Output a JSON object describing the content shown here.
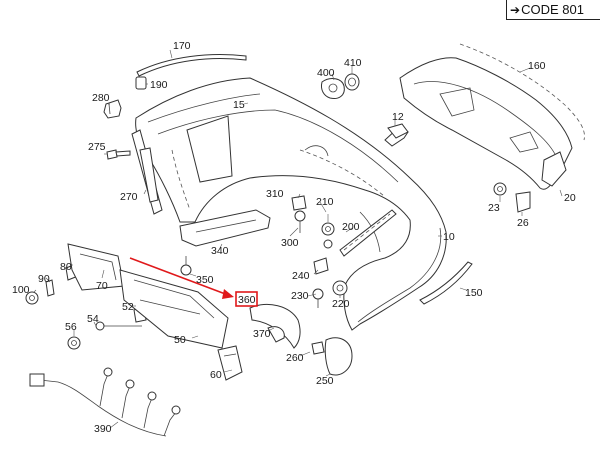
{
  "header": {
    "code_label": "CODE 801",
    "arrow_glyph": "➔"
  },
  "callouts": {
    "p170": "170",
    "p190": "190",
    "p280": "280",
    "p15": "15",
    "p400": "400",
    "p410": "410",
    "p160": "160",
    "p275": "275",
    "p12": "12",
    "p270": "270",
    "p310": "310",
    "p300": "300",
    "p210": "210",
    "p200": "200",
    "p23": "23",
    "p26": "26",
    "p20": "20",
    "p340": "340",
    "p10": "10",
    "p350": "350",
    "p80": "80",
    "p90": "90",
    "p70": "70",
    "p100": "100",
    "p240": "240",
    "p230": "230",
    "p220": "220",
    "p150": "150",
    "p52": "52",
    "p54": "54",
    "p56": "56",
    "p50": "50",
    "p360": "360",
    "p370": "370",
    "p260": "260",
    "p60": "60",
    "p250": "250",
    "p390": "390"
  },
  "highlight": {
    "part": "360",
    "color": "#e0191b"
  }
}
